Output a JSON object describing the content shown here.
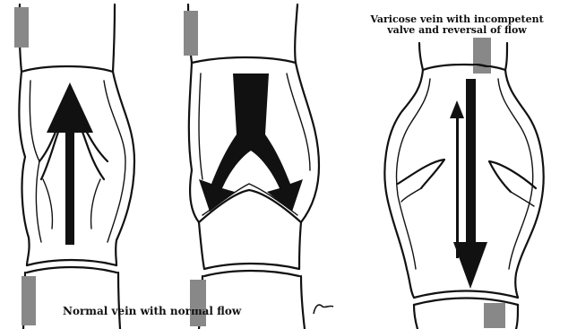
{
  "captions": {
    "varicose_line1": "Varicose vein with incompetent",
    "varicose_line2": "valve and reversal of flow",
    "normal": "Normal vein with normal flow"
  },
  "panels": [
    {
      "id": "normal-flow",
      "flow": "up",
      "valve": "open"
    },
    {
      "id": "closed-valve",
      "flow": "down-split",
      "valve": "closed"
    },
    {
      "id": "varicose",
      "flow": "up-and-down",
      "valve": "incompetent"
    }
  ],
  "colors": {
    "ink": "#111111",
    "background": "#ffffff"
  }
}
